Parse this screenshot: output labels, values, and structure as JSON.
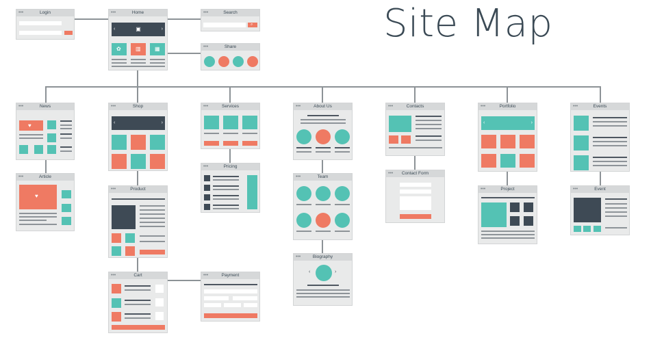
{
  "title": "Site Map",
  "pages": {
    "login": "Login",
    "home": "Home",
    "search": "Search",
    "share": "Share",
    "news": "News",
    "shop": "Shop",
    "services": "Services",
    "about_us": "About Us",
    "contacts": "Contacts",
    "portfolio": "Portfolio",
    "events": "Events",
    "article": "Article",
    "product": "Product",
    "pricing": "Pricing",
    "team": "Team",
    "contact_form": "Contact Form",
    "project": "Project",
    "event": "Event",
    "biography": "Biography",
    "cart": "Cart",
    "payment": "Payment"
  },
  "colors": {
    "teal": "#54c2b4",
    "coral": "#ef7a63",
    "dark": "#3e4a55",
    "panel": "#e9eaea",
    "connector": "#8c9296"
  },
  "icons": [
    "grid-icon",
    "chart-icon",
    "phone-icon",
    "image-icon",
    "heart-icon",
    "cart-icon",
    "globe-icon",
    "user-icon",
    "trophy-icon",
    "tag-icon"
  ]
}
